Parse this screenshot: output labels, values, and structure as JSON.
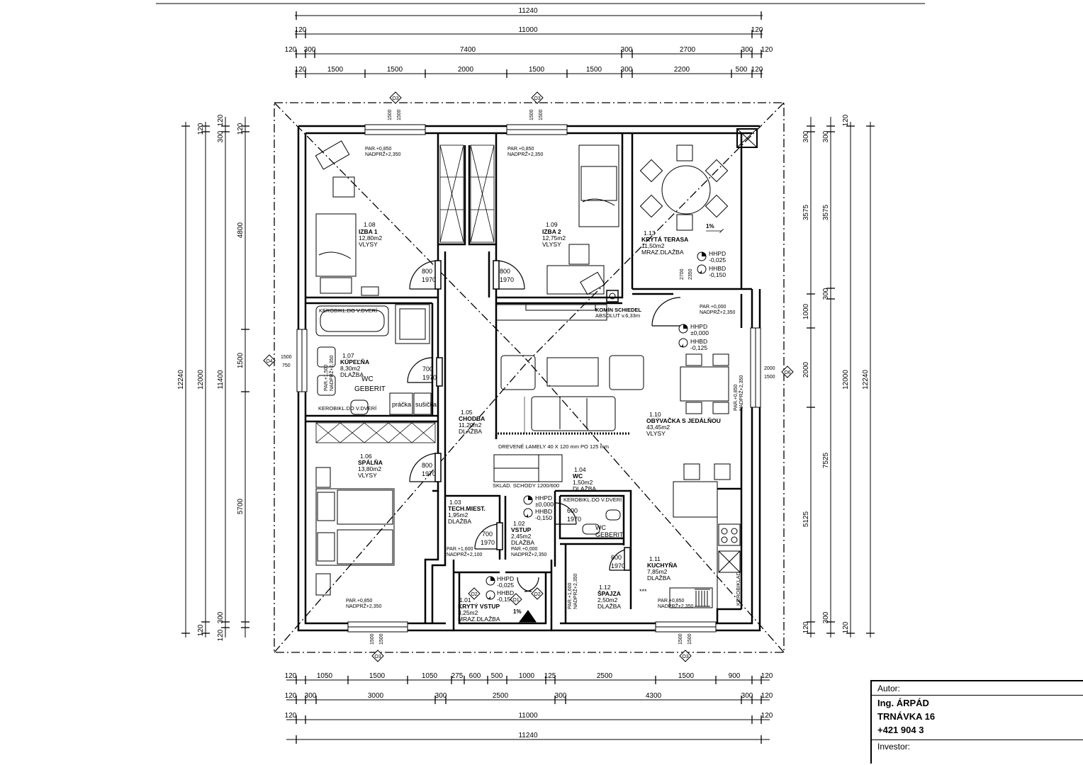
{
  "dims": {
    "top": {
      "overall": "11240",
      "inner": "11000",
      "wall_edge_left": "120",
      "wall_edge_right": "120",
      "row3": [
        "120",
        "300",
        "7400",
        "300",
        "2700",
        "300",
        "120"
      ],
      "row4": [
        "120",
        "1500",
        "1500",
        "2000",
        "1500",
        "1500",
        "300",
        "2200",
        "500",
        "120"
      ]
    },
    "bottom": {
      "row1": [
        "120",
        "1050",
        "1500",
        "1050",
        "275",
        "600",
        "500",
        "1000",
        "125",
        "2500",
        "1500",
        "900",
        "120"
      ],
      "row2": [
        "120",
        "300",
        "3000",
        "300",
        "2500",
        "300",
        "4300",
        "300",
        "120"
      ],
      "inner": "11000",
      "wall_edge_left": "120",
      "wall_edge_right": "120",
      "overall": "11240"
    },
    "left": {
      "overall": "12240",
      "inner": "12000",
      "middle": "11400",
      "parts": [
        "4800",
        "1500",
        "5700"
      ],
      "small": [
        "120",
        "300",
        "120",
        "300",
        "120"
      ]
    },
    "right": {
      "overall": "12240",
      "inner": "12000",
      "parts": [
        "3575",
        "1000",
        "2000",
        "7525",
        "5125"
      ],
      "small": [
        "120",
        "300",
        "300",
        "120",
        "300"
      ]
    }
  },
  "window_markers": {
    "top_left": "O3",
    "top_right": "O3",
    "left": "O4",
    "right": "O6",
    "bottom_left": "O3",
    "bottom_right": "O3",
    "entrance_left": "O2",
    "entrance_mid": "O1",
    "entrance_right": "O2"
  },
  "window_dims": {
    "top_a": [
      "1500",
      "1500"
    ],
    "top_b": [
      "1500",
      "1500"
    ],
    "left": [
      "1500",
      "750"
    ],
    "right": [
      "2000",
      "1500"
    ],
    "bottom_a": [
      "1500",
      "1500"
    ],
    "bottom_b": [
      "1500",
      "1500"
    ],
    "terrace": [
      "2700",
      "2350"
    ]
  },
  "rooms": {
    "izba1": {
      "num": "1.08",
      "name": "IZBA 1",
      "area": "12,80m2",
      "floor": "VLYSY"
    },
    "izba2": {
      "num": "1.09",
      "name": "IZBA 2",
      "area": "12,75m2",
      "floor": "VLYSY"
    },
    "terasa": {
      "num": "1.13",
      "name": "KRYTÁ TERASA",
      "area": "11,50m2",
      "floor": "MRAZ.DLAŽBA"
    },
    "kupelna": {
      "num": "1.07",
      "name": "KÚPEĽŇA",
      "area": "8,30m2",
      "floor": "DLAŽBA"
    },
    "chodba": {
      "num": "1.05",
      "name": "CHODBA",
      "area": "11,20m2",
      "floor": "DLAŽBA"
    },
    "obyvacka": {
      "num": "1.10",
      "name": "OBÝVAČKA S JEDÁLŇOU",
      "area": "43,45m2",
      "floor": "VLYSY"
    },
    "spalna": {
      "num": "1.06",
      "name": "SPÁLŇA",
      "area": "13,80m2",
      "floor": "VLYSY"
    },
    "tech": {
      "num": "1.03",
      "name": "TECH.MIEST.",
      "area": "1,95m2",
      "floor": "DLAŽBA"
    },
    "wc": {
      "num": "1.04",
      "name": "WC",
      "area": "1,50m2",
      "floor": "DLAŽBA"
    },
    "vstup": {
      "num": "1.02",
      "name": "VSTUP",
      "area": "2,45m2",
      "floor": "DLAŽBA"
    },
    "kuchyna": {
      "num": "1.11",
      "name": "KUCHYŇA",
      "area": "7,85m2",
      "floor": "DLAŽBA"
    },
    "spajza": {
      "num": "1.12",
      "name": "ŠPAJZA",
      "area": "2,50m2",
      "floor": "DLAŽBA"
    },
    "kryty_vstup": {
      "num": "1.01",
      "name": "KRYTÝ VSTUP",
      "area": "3,25m2",
      "floor": "MRAZ.DLAŽBA"
    }
  },
  "openings": {
    "par_850": "PAR.+0,850",
    "nadprz_2350": "NADPRŽ+2,350",
    "par_000": "PAR.+0,000",
    "par_1600": "PAR.+1,600",
    "par_1500": "PAR.+1,500",
    "nadprz_2100": "NADPRŽ+2,100"
  },
  "doors": {
    "izba1": [
      "800",
      "1970"
    ],
    "izba2": [
      "800",
      "1970"
    ],
    "kupelna": [
      "700",
      "1970"
    ],
    "spalna": [
      "800",
      "1970"
    ],
    "tech": [
      "700",
      "1970"
    ],
    "wc": [
      "600",
      "1970"
    ],
    "spajza": [
      "600",
      "1970"
    ]
  },
  "levels": {
    "hhpd": "HHPD",
    "hhbd": "HHBD",
    "terrace_top": "-0,025",
    "terrace_bottom": "-0,150",
    "living_top": "±0,000",
    "living_bottom": "-0,125",
    "entry_top": "±0,000",
    "entry_bottom": "-0,150",
    "porch_top": "-0,025",
    "porch_bottom": "-0,150"
  },
  "labels": {
    "bath_tile": "KEROBIKL.DO V.DVERÍ",
    "wc_brand": "WC",
    "geberit": "GEBERIT",
    "washer": "práčka",
    "dryer": "sušička",
    "chimney": "KOMÍN SCHIEDEL",
    "chimney_height": "ABSOLUT v.6,33m",
    "lamely": "DREVENÉ LAMELY 40 X 120 mm PO 125 mm",
    "stairs": "SKLAD. SCHODY 1200/600",
    "wc_tile": "KEROBIKL.DO V.DVERÍ",
    "kitchen_tile": "KEROBIKLAD",
    "slope_terrace": "1%",
    "slope_porch": "1%",
    "stars": "***"
  },
  "title_block": {
    "author_label": "Autor:",
    "author_name": "Ing. ÁRPÁD",
    "address": "TRNÁVKA 16",
    "phone": "+421 904 3",
    "investor_label": "Investor:"
  }
}
